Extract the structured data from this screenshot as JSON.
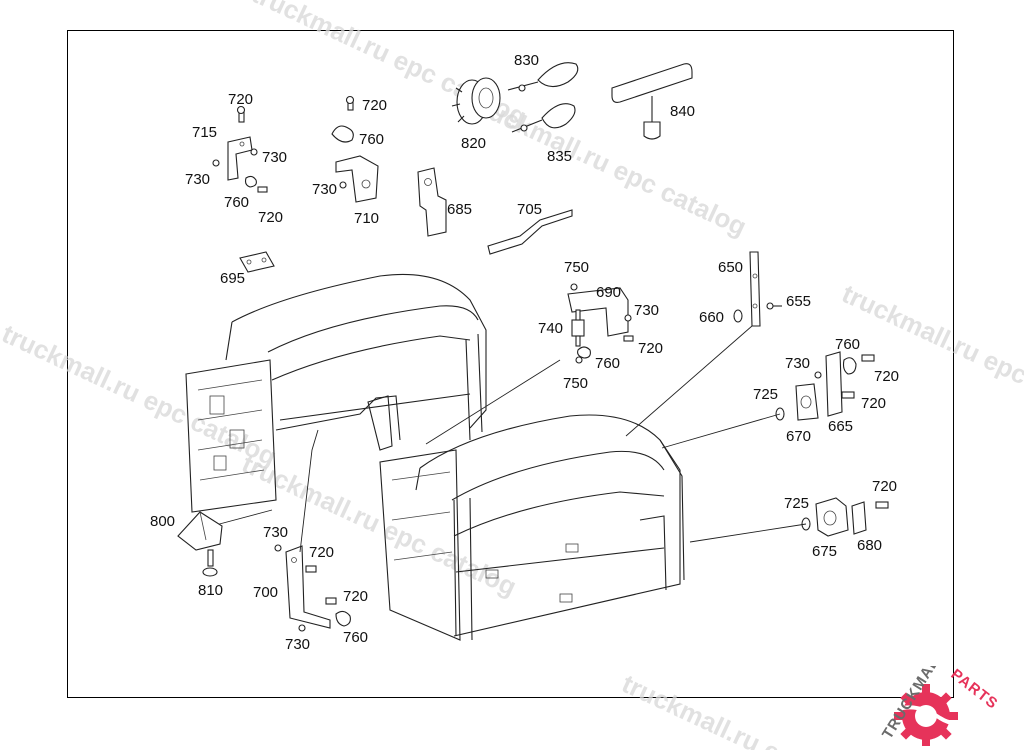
{
  "watermarks": [
    "truckmall.ru epc catalog",
    "truckmall.ru epc catalog",
    "truckmall.ru epc catalog",
    "truckmall.ru epc catalog",
    "truckmall.ru epc",
    "truckmall.ru epc"
  ],
  "logo": {
    "text_main": "TRUCKMALL",
    "text_accent": "PARTS",
    "main_color": "#6b6b6b",
    "accent_color": "#e6335a"
  },
  "labels": [
    {
      "id": "l720a",
      "text": "720"
    },
    {
      "id": "l715",
      "text": "715"
    },
    {
      "id": "l730a",
      "text": "730"
    },
    {
      "id": "l730b",
      "text": "730"
    },
    {
      "id": "l760a",
      "text": "760"
    },
    {
      "id": "l720b",
      "text": "720"
    },
    {
      "id": "l720c",
      "text": "720"
    },
    {
      "id": "l760b",
      "text": "760"
    },
    {
      "id": "l730c",
      "text": "730"
    },
    {
      "id": "l710",
      "text": "710"
    },
    {
      "id": "l830",
      "text": "830"
    },
    {
      "id": "l820",
      "text": "820"
    },
    {
      "id": "l835",
      "text": "835"
    },
    {
      "id": "l840",
      "text": "840"
    },
    {
      "id": "l685",
      "text": "685"
    },
    {
      "id": "l705",
      "text": "705"
    },
    {
      "id": "l695",
      "text": "695"
    },
    {
      "id": "l750a",
      "text": "750"
    },
    {
      "id": "l690",
      "text": "690"
    },
    {
      "id": "l730d",
      "text": "730"
    },
    {
      "id": "l740",
      "text": "740"
    },
    {
      "id": "l720d",
      "text": "720"
    },
    {
      "id": "l760c",
      "text": "760"
    },
    {
      "id": "l750b",
      "text": "750"
    },
    {
      "id": "l650",
      "text": "650"
    },
    {
      "id": "l655",
      "text": "655"
    },
    {
      "id": "l660",
      "text": "660"
    },
    {
      "id": "l760d",
      "text": "760"
    },
    {
      "id": "l730e",
      "text": "730"
    },
    {
      "id": "l720e",
      "text": "720"
    },
    {
      "id": "l725a",
      "text": "725"
    },
    {
      "id": "l720f",
      "text": "720"
    },
    {
      "id": "l670",
      "text": "670"
    },
    {
      "id": "l665",
      "text": "665"
    },
    {
      "id": "l720g",
      "text": "720"
    },
    {
      "id": "l725b",
      "text": "725"
    },
    {
      "id": "l675",
      "text": "675"
    },
    {
      "id": "l680",
      "text": "680"
    },
    {
      "id": "l800",
      "text": "800"
    },
    {
      "id": "l810",
      "text": "810"
    },
    {
      "id": "l730f",
      "text": "730"
    },
    {
      "id": "l720h",
      "text": "720"
    },
    {
      "id": "l700",
      "text": "700"
    },
    {
      "id": "l720i",
      "text": "720"
    },
    {
      "id": "l760e",
      "text": "760"
    },
    {
      "id": "l730g",
      "text": "730"
    }
  ]
}
